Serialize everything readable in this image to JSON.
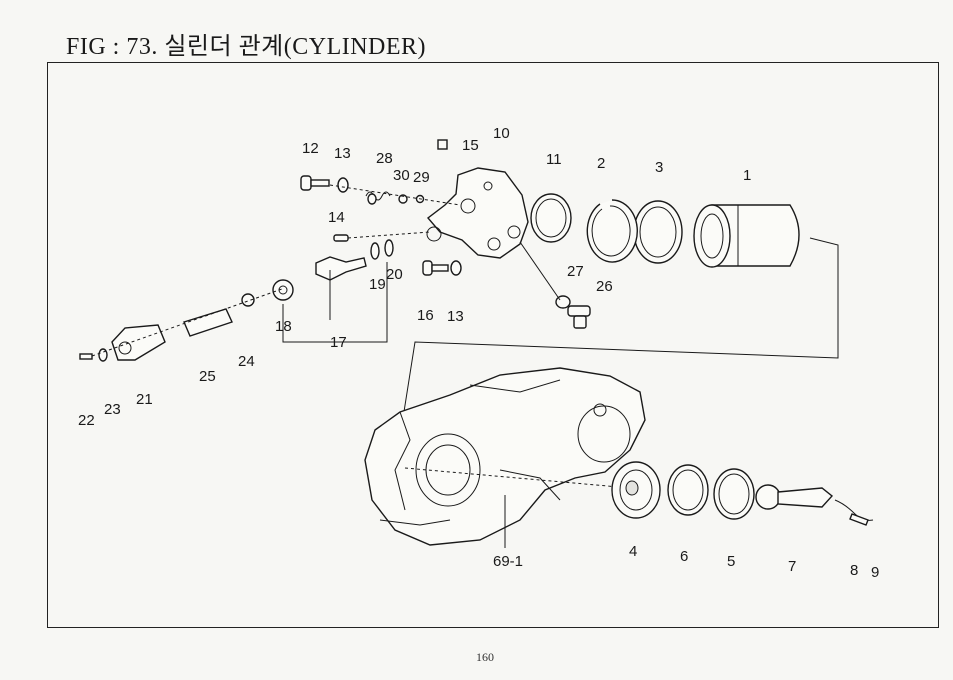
{
  "header": {
    "title": "FIG : 73. 실린더 관계(CYLINDER)"
  },
  "diagram": {
    "callouts": {
      "c1": "1",
      "c2": "2",
      "c3": "3",
      "c4": "4",
      "c5": "5",
      "c6": "6",
      "c7": "7",
      "c8": "8",
      "c9": "9",
      "c10": "10",
      "c11": "11",
      "c12": "12",
      "c13a": "13",
      "c13b": "13",
      "c14": "14",
      "c15": "15",
      "c16": "16",
      "c17": "17",
      "c18": "18",
      "c19": "19",
      "c20": "20",
      "c21": "21",
      "c22": "22",
      "c23": "23",
      "c24": "24",
      "c25": "25",
      "c26": "26",
      "c27": "27",
      "c28": "28",
      "c29": "29",
      "c30": "30",
      "c69_1": "69-1"
    }
  },
  "footer": {
    "page_number": "160"
  }
}
